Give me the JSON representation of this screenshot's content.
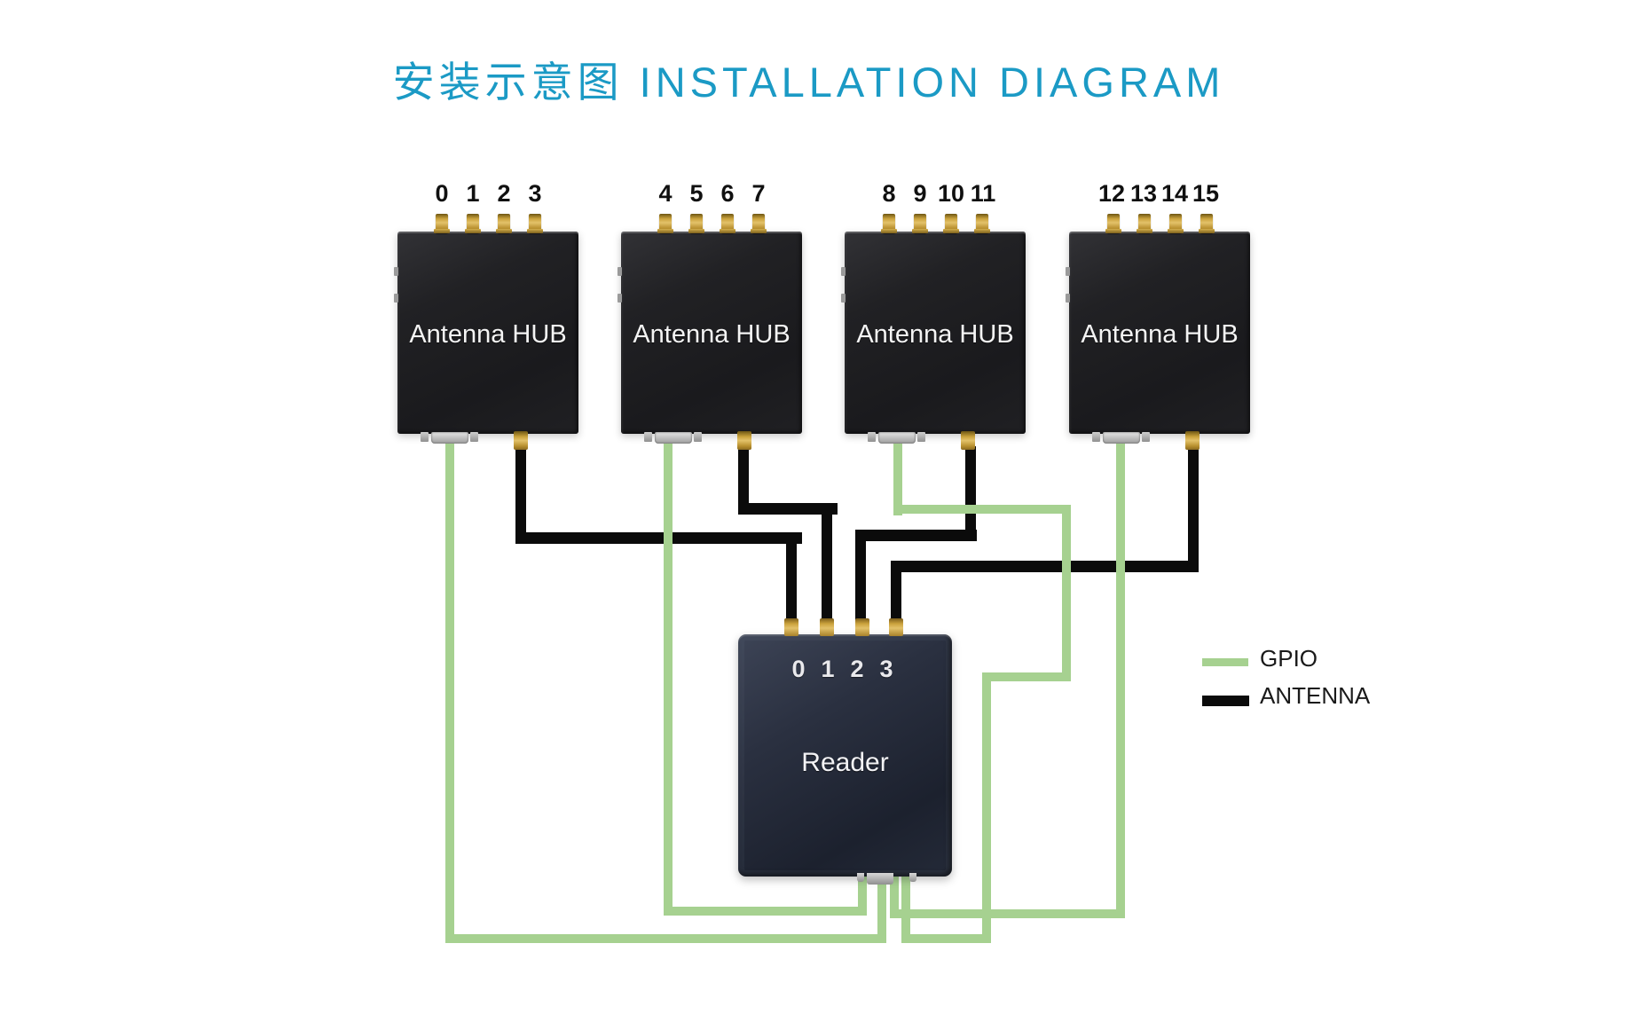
{
  "title": {
    "text": "安装示意图 INSTALLATION DIAGRAM",
    "color": "#1b9ac5"
  },
  "hubs": [
    {
      "label": "Antenna HUB",
      "ports": [
        "0",
        "1",
        "2",
        "3"
      ]
    },
    {
      "label": "Antenna HUB",
      "ports": [
        "4",
        "5",
        "6",
        "7"
      ]
    },
    {
      "label": "Antenna HUB",
      "ports": [
        "8",
        "9",
        "10",
        "11"
      ]
    },
    {
      "label": "Antenna HUB",
      "ports": [
        "12",
        "13",
        "14",
        "15"
      ]
    }
  ],
  "reader": {
    "label": "Reader",
    "ports": [
      "0",
      "1",
      "2",
      "3"
    ]
  },
  "legend": {
    "items": [
      {
        "label": "GPIO",
        "color": "#a6d190"
      },
      {
        "label": "ANTENNA",
        "color": "#0b0b0b"
      }
    ]
  },
  "connections": [
    {
      "from": "hub-1-coax-out",
      "to": "reader-port-0",
      "type": "ANTENNA"
    },
    {
      "from": "hub-2-coax-out",
      "to": "reader-port-1",
      "type": "ANTENNA"
    },
    {
      "from": "hub-3-coax-out",
      "to": "reader-port-2",
      "type": "ANTENNA"
    },
    {
      "from": "hub-4-coax-out",
      "to": "reader-port-3",
      "type": "ANTENNA"
    },
    {
      "from": "hub-1-gpio-out",
      "to": "reader-gpio-port",
      "type": "GPIO"
    },
    {
      "from": "hub-2-gpio-out",
      "to": "reader-gpio-port",
      "type": "GPIO"
    },
    {
      "from": "hub-3-gpio-out",
      "to": "reader-gpio-port",
      "type": "GPIO"
    },
    {
      "from": "hub-4-gpio-out",
      "to": "reader-gpio-port",
      "type": "GPIO"
    }
  ]
}
